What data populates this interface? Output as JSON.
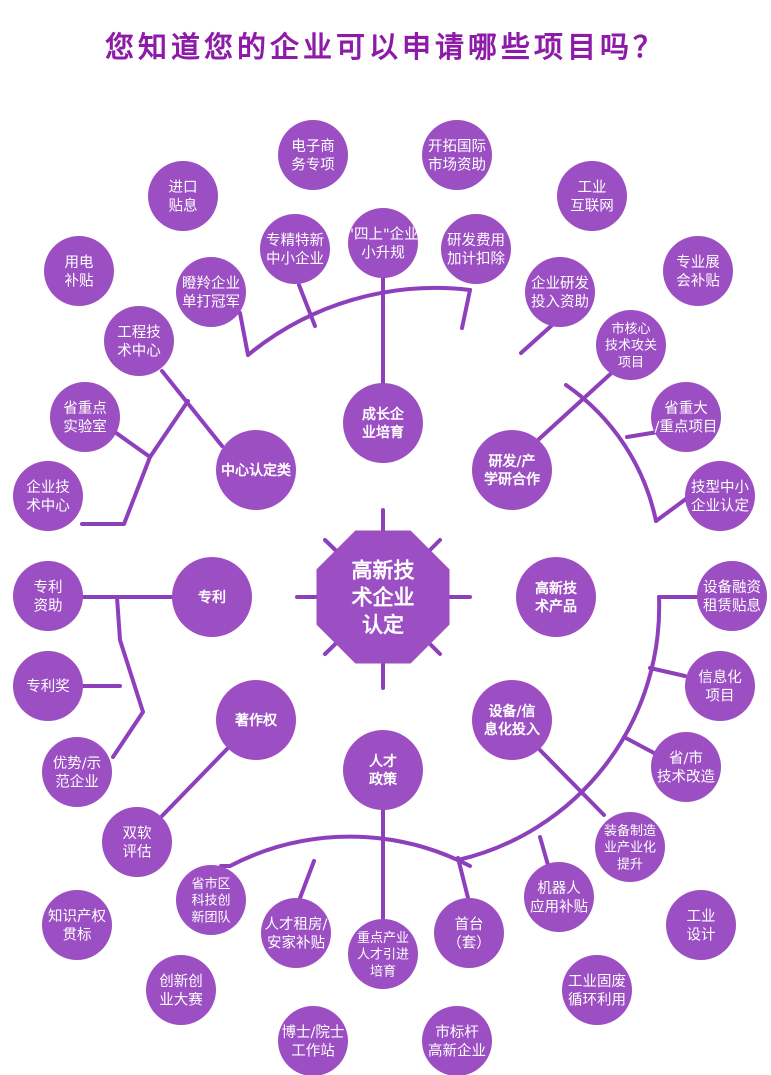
{
  "title": "您知道您的企业可以申请哪些项目吗？",
  "colors": {
    "purple": "#9b4fc2",
    "line": "#8e3fbb",
    "title": "#8e1aa8",
    "text": "#ffffff"
  },
  "center": {
    "label": [
      "高新技",
      "术企业",
      "认定"
    ]
  },
  "hubs": [
    {
      "id": "growth",
      "label": [
        "成长企",
        "业培育"
      ]
    },
    {
      "id": "rd",
      "label": [
        "研发/产",
        "学研合作"
      ]
    },
    {
      "id": "product",
      "label": [
        "高新技",
        "术产品"
      ]
    },
    {
      "id": "equipment",
      "label": [
        "设备/信",
        "息化投入"
      ]
    },
    {
      "id": "talent",
      "label": [
        "人才",
        "政策"
      ]
    },
    {
      "id": "copyright",
      "label": [
        "著作权"
      ]
    },
    {
      "id": "patent",
      "label": [
        "专利"
      ]
    },
    {
      "id": "center-cert",
      "label": [
        "中心认定类"
      ]
    }
  ],
  "leaves": [
    {
      "id": "ecommerce",
      "label": [
        "电子商",
        "务专项"
      ]
    },
    {
      "id": "intl-market",
      "label": [
        "开拓国际",
        "市场资助"
      ]
    },
    {
      "id": "import-subsidy",
      "label": [
        "进口",
        "贴息"
      ]
    },
    {
      "id": "industrial-internet",
      "label": [
        "工业",
        "互联网"
      ]
    },
    {
      "id": "specialized-sme",
      "label": [
        "专精特新",
        "中小企业"
      ]
    },
    {
      "id": "four-up",
      "label": [
        "\"四上\"企业",
        "小升规"
      ]
    },
    {
      "id": "rd-deduction",
      "label": [
        "研发费用",
        "加计扣除"
      ]
    },
    {
      "id": "electricity",
      "label": [
        "用电",
        "补贴"
      ]
    },
    {
      "id": "exhibition",
      "label": [
        "专业展",
        "会补贴"
      ]
    },
    {
      "id": "gazelle",
      "label": [
        "瞪羚企业",
        "单打冠军"
      ]
    },
    {
      "id": "rd-investment",
      "label": [
        "企业研发",
        "投入资助"
      ]
    },
    {
      "id": "engineering-center",
      "label": [
        "工程技",
        "术中心"
      ]
    },
    {
      "id": "core-tech",
      "label": [
        "市核心",
        "技术攻关",
        "项目"
      ]
    },
    {
      "id": "key-lab",
      "label": [
        "省重点",
        "实验室"
      ]
    },
    {
      "id": "major-project",
      "label": [
        "省重大",
        "/重点项目"
      ]
    },
    {
      "id": "tech-center",
      "label": [
        "企业技",
        "术中心"
      ]
    },
    {
      "id": "tech-sme",
      "label": [
        "技型中小",
        "企业认定"
      ]
    },
    {
      "id": "patent-fund",
      "label": [
        "专利",
        "资助"
      ]
    },
    {
      "id": "equipment-lease",
      "label": [
        "设备融资",
        "租赁贴息"
      ]
    },
    {
      "id": "patent-award",
      "label": [
        "专利奖"
      ]
    },
    {
      "id": "it-project",
      "label": [
        "信息化",
        "项目"
      ]
    },
    {
      "id": "advantage-ent",
      "label": [
        "优势/示",
        "范企业"
      ]
    },
    {
      "id": "tech-upgrade",
      "label": [
        "省/市",
        "技术改造"
      ]
    },
    {
      "id": "dual-software",
      "label": [
        "双软",
        "评估"
      ]
    },
    {
      "id": "equipment-industrial",
      "label": [
        "装备制造",
        "业产业化",
        "提升"
      ]
    },
    {
      "id": "innovation-team",
      "label": [
        "省市区",
        "科技创",
        "新团队"
      ]
    },
    {
      "id": "talent-housing",
      "label": [
        "人才租房/",
        "安家补贴"
      ]
    },
    {
      "id": "key-talent",
      "label": [
        "重点产业",
        "人才引进",
        "培育"
      ]
    },
    {
      "id": "first-set",
      "label": [
        "首台",
        "（套）"
      ]
    },
    {
      "id": "robot",
      "label": [
        "机器人",
        "应用补贴"
      ]
    },
    {
      "id": "ip-standard",
      "label": [
        "知识产权",
        "贯标"
      ]
    },
    {
      "id": "industrial-design",
      "label": [
        "工业",
        "设计"
      ]
    },
    {
      "id": "startup-contest",
      "label": [
        "创新创",
        "业大赛"
      ]
    },
    {
      "id": "solid-waste",
      "label": [
        "工业固废",
        "循环利用"
      ]
    },
    {
      "id": "postdoc",
      "label": [
        "博士/院士",
        "工作站"
      ]
    },
    {
      "id": "benchmark",
      "label": [
        "市标杆",
        "高新企业"
      ]
    }
  ]
}
